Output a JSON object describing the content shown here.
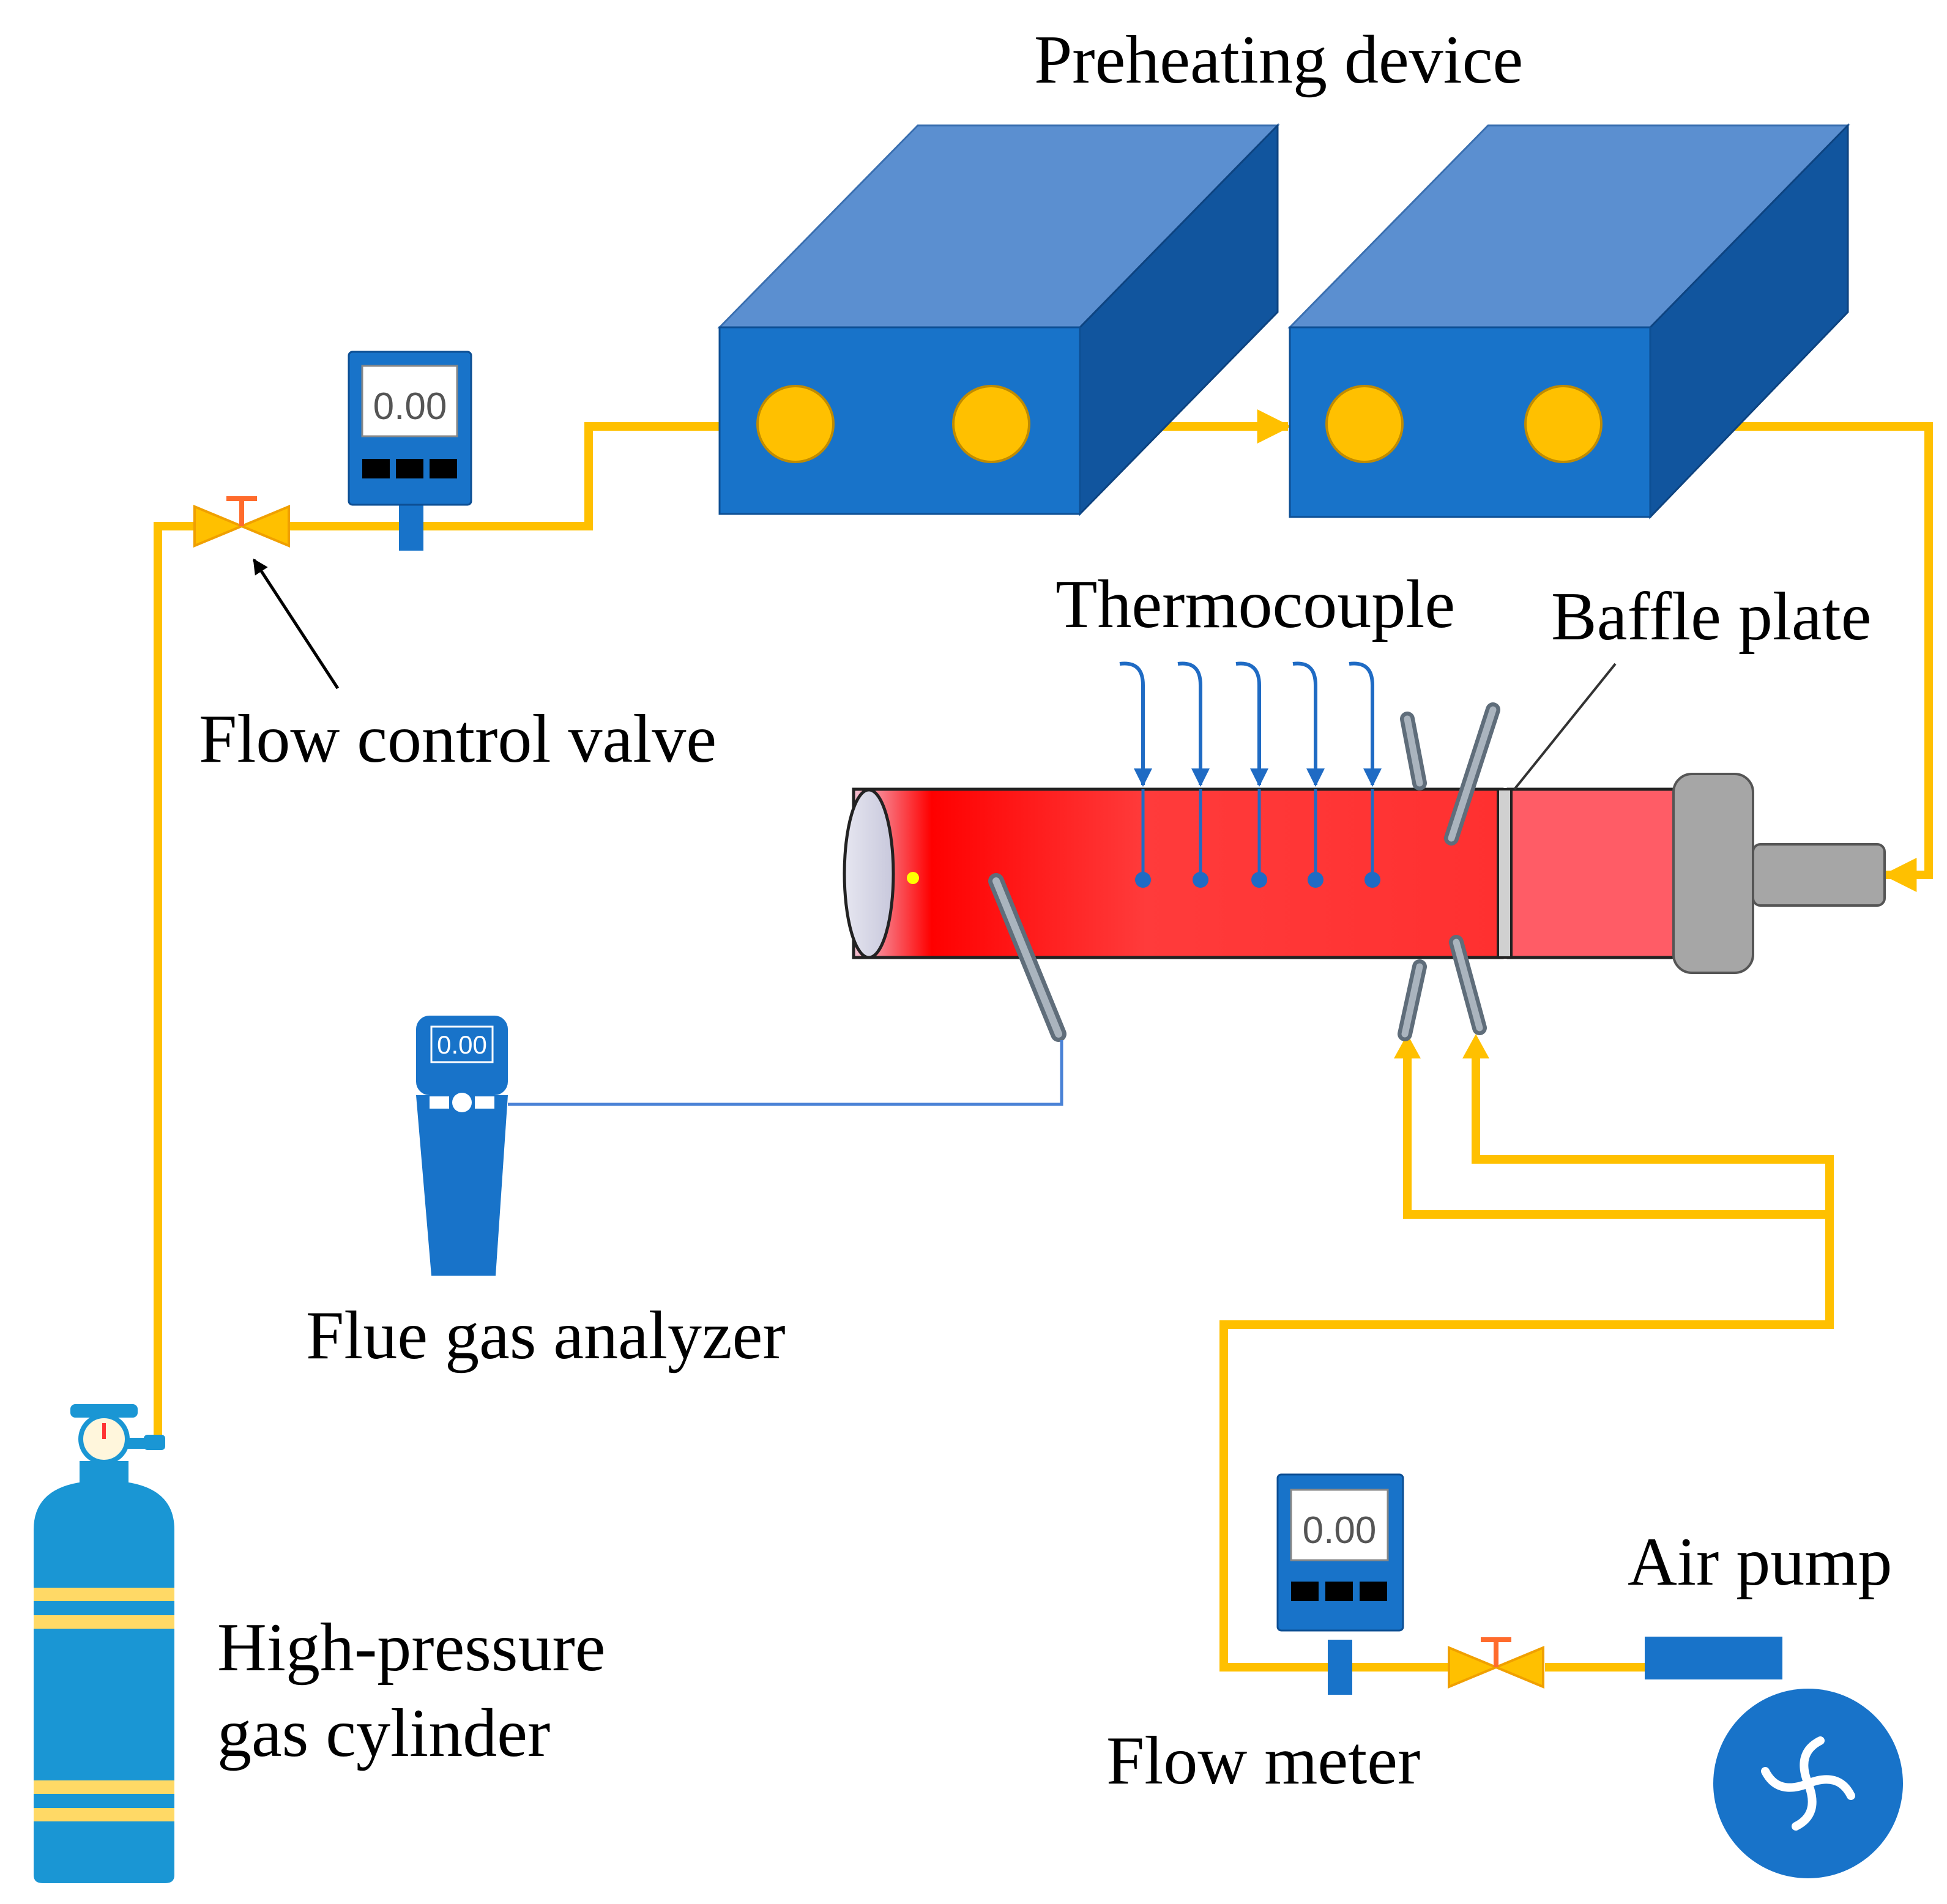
{
  "labels": {
    "preheating": "Preheating device",
    "thermocouple": "Thermocouple",
    "baffle": "Baffle plate",
    "valve": "Flow control valve",
    "analyzer": "Flue gas analyzer",
    "cylinder_line1": "High-pressure",
    "cylinder_line2": "gas cylinder",
    "flowmeter": "Flow meter",
    "airpump": "Air pump"
  },
  "displays": {
    "gas_flow_meter": "0.00",
    "analyzer": "0.00",
    "air_flow_meter": "0.00"
  },
  "colors": {
    "pipe": "#ffc000",
    "box_front": "#1873c9",
    "box_top": "#5b8fd0",
    "box_side": "#11559e",
    "port": "#ffc000",
    "tube": "#ff2222",
    "thermocouple": "#1f6bc4",
    "cylinder": "#1a96d4",
    "cylinder_band": "#ffd966",
    "pump": "#1873c9",
    "valve": "#ffc000",
    "valve_handle": "#ff6b2c"
  },
  "icons": {
    "valve": "valve-icon",
    "meter": "flow-meter-icon",
    "analyzer": "gas-analyzer-icon",
    "cylinder": "gas-cylinder-icon",
    "pump": "air-pump-icon",
    "arrowhead": "arrow-icon"
  }
}
